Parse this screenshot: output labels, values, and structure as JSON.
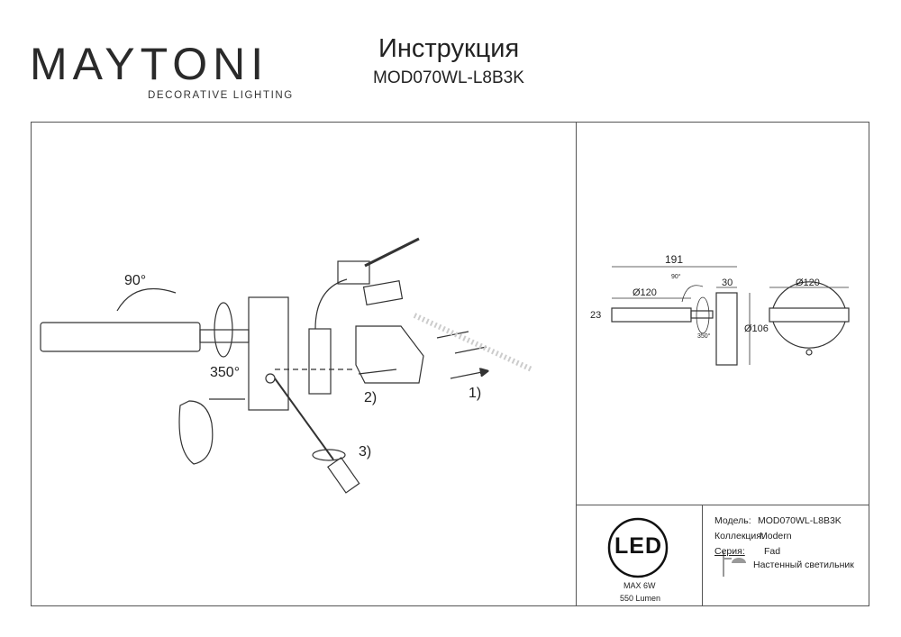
{
  "brand": {
    "name": "MAYTONI",
    "tagline": "DECORATIVE LIGHTING"
  },
  "header": {
    "title": "Инструкция",
    "model": "MOD070WL-L8B3K"
  },
  "install_diagram": {
    "rotate_up": "90°",
    "rotate_side": "350°",
    "step1": "1)",
    "step2": "2)",
    "step3": "3)"
  },
  "dimensions": {
    "total_length": "191",
    "head_diameter": "Ø120",
    "head_height": "23",
    "base_depth": "30",
    "base_diameter": "Ø106",
    "front_diameter": "Ø120",
    "rotate_up": "90°",
    "rotate_side": "350°"
  },
  "led_badge": {
    "label": "LED",
    "power": "MAX 6W",
    "lumen": "550 Lumen"
  },
  "specs": {
    "model_label": "Модель:",
    "model_value": "MOD070WL-L8B3K",
    "collection_label": "Коллекция:",
    "collection_value": "Modern",
    "series_label": "Серия:",
    "series_value": "Fad",
    "type_value": "Настенный светильник"
  }
}
